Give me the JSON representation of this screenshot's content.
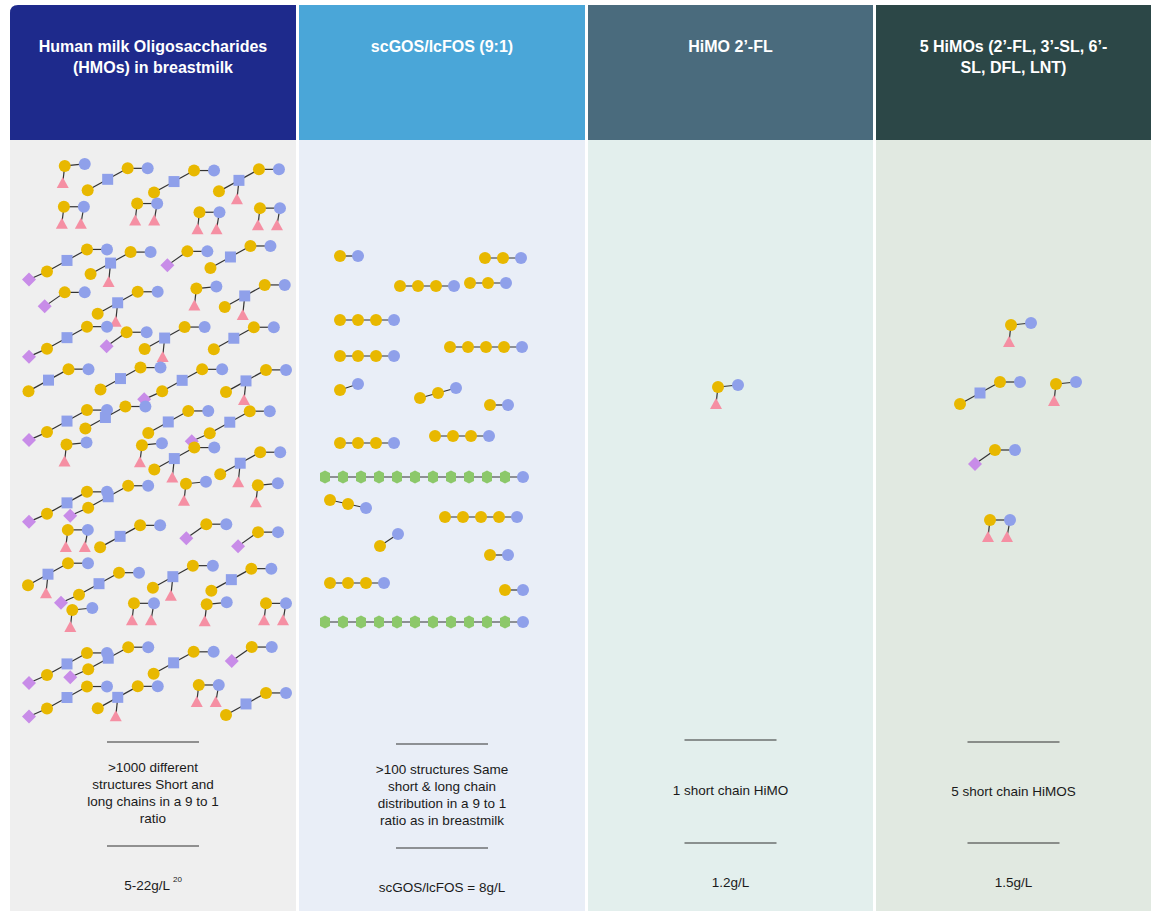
{
  "diagram": {
    "nodes": [
      {
        "text": [
          "Human milk Oligosaccharides (HMOs) in breastmilk",
          ">1000 different structures Short and long chains in a 9 to 1 ratio",
          "5-22g/L",
          "20"
        ]
      },
      {
        "text": [
          "scGOS/lcFOS (9:1)",
          ">100 structures Same short & long chain distribution in a 9 to 1 ratio as in breastmilk",
          "scGOS/lcFOS = 8g/L"
        ]
      },
      {
        "text": [
          "HiMO 2’-FL",
          "1 short chain HiMO",
          "1.2g/L"
        ]
      },
      {
        "text": [
          "5 HiMOs (2’-FL, 3’-SL, 6’-SL, DFL, LNT)",
          "5 short chain HiMOS",
          "1.5g/L"
        ]
      }
    ]
  }
}
